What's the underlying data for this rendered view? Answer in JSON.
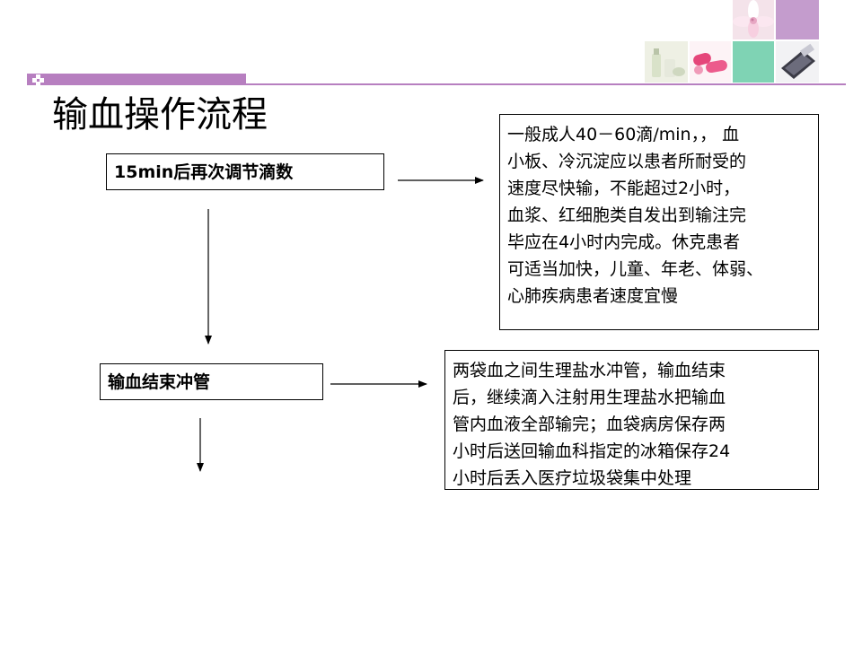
{
  "title": "输血操作流程",
  "steps": [
    {
      "label": "15min后再次调节滴数"
    },
    {
      "label": "输血结束冲管"
    }
  ],
  "notes": [
    {
      "lines": [
        "一般成人40－60滴/min，， 血",
        "小板、冷沉淀应以患者所耐受的",
        "速度尽快输，不能超过2小时，",
        "血浆、红细胞类自发出到输注完",
        "毕应在4小时内完成。休克患者",
        "可适当加快，儿童、年老、体弱、",
        "心肺疾病患者速度宜慢"
      ]
    },
    {
      "lines": [
        "两袋血之间生理盐水冲管，输血结束",
        "后，继续滴入注射用生理盐水把输血",
        "管内血液全部输完；血袋病房保存两",
        "小时后送回输血科指定的冰箱保存24",
        "小时后丢入医疗垃圾袋集中处理"
      ]
    }
  ],
  "colors": {
    "accent_purple": "#b77fc0",
    "tile_teal": "#7fd3b4"
  }
}
